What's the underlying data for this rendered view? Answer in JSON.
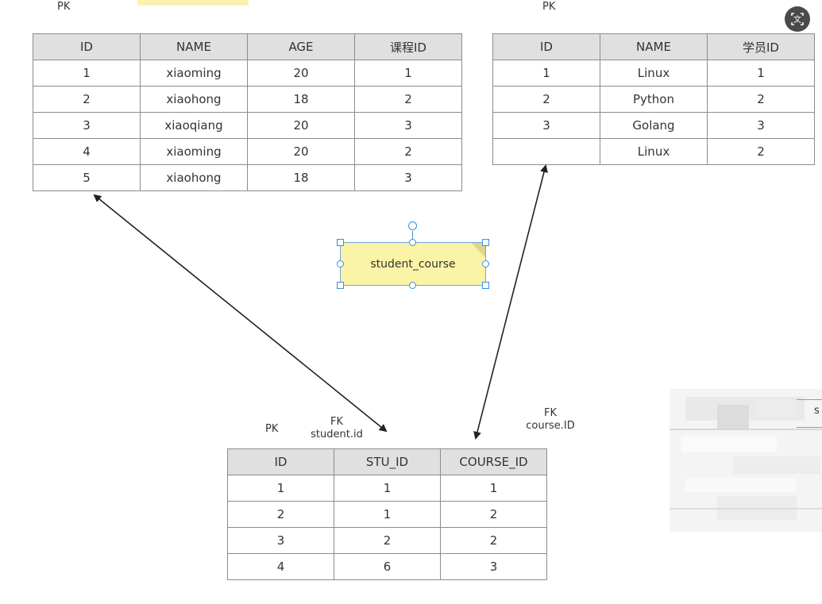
{
  "student_table": {
    "pk_label": "PK",
    "columns": [
      "ID",
      "NAME",
      "AGE",
      "课程ID"
    ],
    "rows": [
      [
        "1",
        "xiaoming",
        "20",
        "1"
      ],
      [
        "2",
        "xiaohong",
        "18",
        "2"
      ],
      [
        "3",
        "xiaoqiang",
        "20",
        "3"
      ],
      [
        "4",
        "xiaoming",
        "20",
        "2"
      ],
      [
        "5",
        "xiaohong",
        "18",
        "3"
      ]
    ]
  },
  "course_table": {
    "pk_label": "PK",
    "columns": [
      "ID",
      "NAME",
      "学员ID"
    ],
    "rows": [
      [
        "1",
        "Linux",
        "1"
      ],
      [
        "2",
        "Python",
        "2"
      ],
      [
        "3",
        "Golang",
        "3"
      ],
      [
        "",
        "Linux",
        "2"
      ]
    ]
  },
  "student_course_table": {
    "pk_label": "PK",
    "fk_stu_label": "FK",
    "fk_stu_ref": "student.id",
    "fk_course_label": "FK",
    "fk_course_ref": "course.ID",
    "columns": [
      "ID",
      "STU_ID",
      "COURSE_ID"
    ],
    "rows": [
      [
        "1",
        "1",
        "1"
      ],
      [
        "2",
        "1",
        "2"
      ],
      [
        "3",
        "2",
        "2"
      ],
      [
        "4",
        "6",
        "3"
      ]
    ]
  },
  "note": {
    "text": "student_course",
    "fill_color": "#fbf3a6",
    "selection_color": "#3b8fd6"
  },
  "partial_table_header": "s",
  "translate_button_icon": "translate-icon"
}
